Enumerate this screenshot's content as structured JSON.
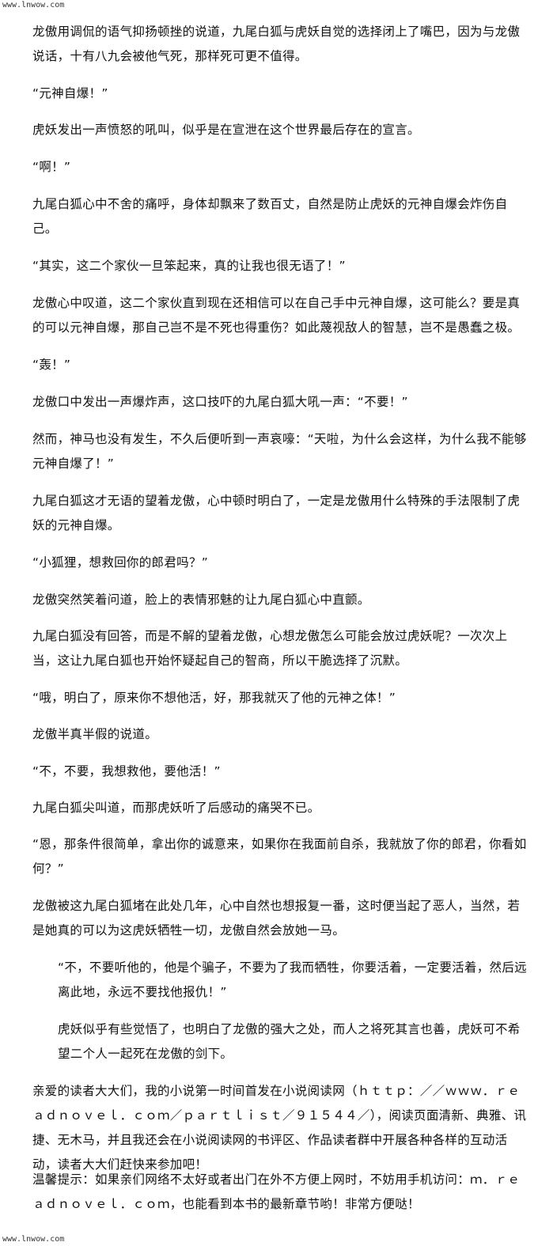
{
  "watermark": {
    "top": "www.lnwow.com",
    "bottom": "www.lnwow.com"
  },
  "paragraphs": [
    "龙傲用调侃的语气抑扬顿挫的说道，九尾白狐与虎妖自觉的选择闭上了嘴巴，因为与龙傲说话，十有八九会被他气死，那样死可更不值得。",
    "“元神自爆！”",
    "虎妖发出一声愤怒的吼叫，似乎是在宣泄在这个世界最后存在的宣言。",
    "“啊！”",
    "九尾白狐心中不舍的痛呼，身体却飘来了数百丈，自然是防止虎妖的元神自爆会炸伤自己。",
    "“其实，这二个家伙一旦笨起来，真的让我也很无语了！”",
    "龙傲心中叹道，这二个家伙直到现在还相信可以在自己手中元神自爆，这可能么？要是真的可以元神自爆，那自己岂不是不死也得重伤？如此蔑视敌人的智慧，岂不是愚蠢之极。",
    "“轰！”",
    "龙傲口中发出一声爆炸声，这口技吓的九尾白狐大吼一声：“不要！”",
    "然而，神马也没有发生，不久后便听到一声哀嚎：“天啦，为什么会这样，为什么我不能够元神自爆了！”",
    "九尾白狐这才无语的望着龙傲，心中顿时明白了，一定是龙傲用什么特殊的手法限制了虎妖的元神自爆。",
    "“小狐狸，想救回你的郎君吗？”",
    "龙傲突然笑着问道，脸上的表情邪魅的让九尾白狐心中直颤。",
    "九尾白狐没有回答，而是不解的望着龙傲，心想龙傲怎么可能会放过虎妖呢？一次次上当，这让九尾白狐也开始怀疑起自己的智商，所以干脆选择了沉默。",
    "“哦，明白了，原来你不想他活，好，那我就灭了他的元神之体！”",
    "龙傲半真半假的说道。",
    "“不，不要，我想救他，要他活！”",
    "九尾白狐尖叫道，而那虎妖听了后感动的痛哭不已。",
    "“恩，那条件很简单，拿出你的诚意来，如果你在我面前自杀，我就放了你的郎君，你看如何？”",
    "龙傲被这九尾白狐堵在此处几年，心中自然也想报复一番，这时便当起了恶人，当然，若是她真的可以为这虎妖牺牲一切，龙傲自然会放她一马。",
    "“不，不要听他的，他是个骗子，不要为了我而牺牲，你要活着，一定要活着，然后远离此地，永远不要找他报仇！”",
    "虎妖似乎有些觉悟了，也明白了龙傲的强大之处，而人之将死其言也善，虎妖可不希望二个人一起死在龙傲的剑下。",
    "亲爱的读者大大们，我的小说第一时间首发在小说阅读网（ｈｔｔｐ：／／ｗｗｗ．ｒｅａｄｎｏｖｅｌ．ｃｏｍ／ｐａｒｔｌｉｓｔ／９１５４４／），阅读页面清新、典雅、讯捷、无木马，并且我还会在小说阅读网的书评区、作品读者群中开展各种各样的互动活动，读者大大们赶快来参加吧！",
    "温馨提示：如果亲们网络不太好或者出门在外不方便上网时，不妨用手机访问：ｍ．ｒｅａｄｎｏｖｅｌ．ｃｏｍ，也能看到本书的最新章节哟！非常方便哒！"
  ]
}
